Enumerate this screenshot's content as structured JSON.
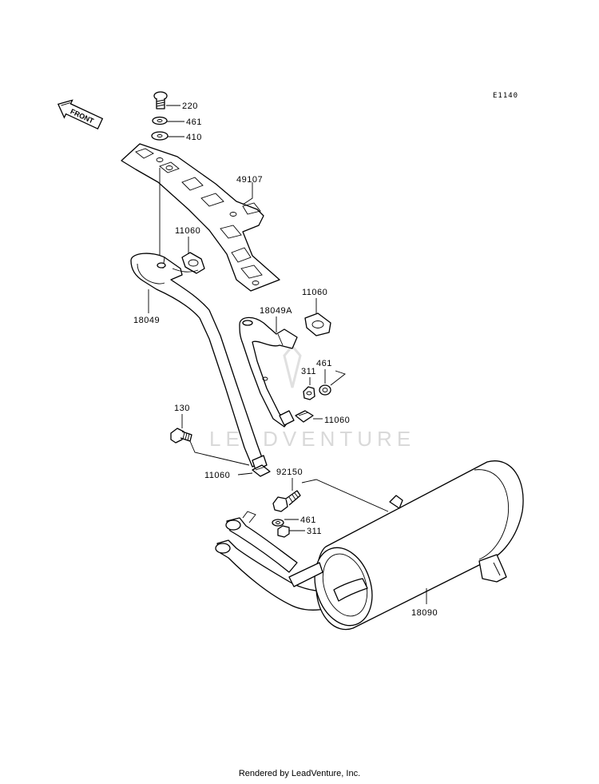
{
  "diagram": {
    "code": "E1140",
    "front_label": "FRONT",
    "watermark": "LEADVENTURE",
    "labels": {
      "p220": "220",
      "p461a": "461",
      "p410": "410",
      "p49107": "49107",
      "p11060a": "11060",
      "p18049": "18049",
      "p11060b": "11060",
      "p18049a": "18049A",
      "p461b": "461",
      "p311a": "311",
      "p11060c": "11060",
      "p130": "130",
      "p11060d": "11060",
      "p92150": "92150",
      "p461c": "461",
      "p311b": "311",
      "p18090": "18090"
    }
  },
  "footer": {
    "text": "Rendered by LeadVenture, Inc."
  }
}
